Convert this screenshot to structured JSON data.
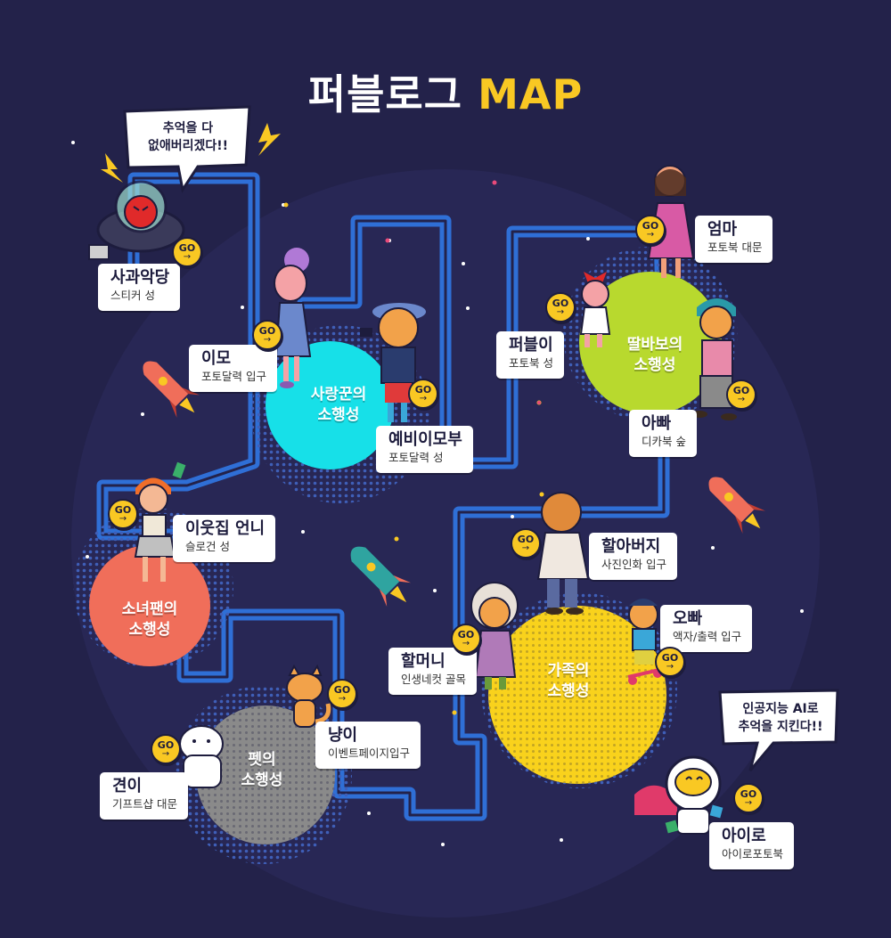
{
  "title": {
    "main": "퍼블로그",
    "accent": "MAP"
  },
  "colors": {
    "background": "#23224a",
    "path": "#2f6fd6",
    "accent": "#f9c823",
    "village_cyan": "#17e0e8",
    "village_green": "#b8d92e",
    "village_orange": "#f06e5a",
    "village_yellow": "#f9d21c",
    "village_gray": "#8a8a8a"
  },
  "villages": [
    {
      "id": "photographer",
      "name_line1": "사랑꾼의",
      "name_line2": "소행성"
    },
    {
      "id": "fool",
      "name_line1": "딸바보의",
      "name_line2": "소행성"
    },
    {
      "id": "girlfan",
      "name_line1": "소녀팬의",
      "name_line2": "소행성"
    },
    {
      "id": "family",
      "name_line1": "가족의",
      "name_line2": "소행성"
    },
    {
      "id": "pet",
      "name_line1": "펫의",
      "name_line2": "소행성"
    }
  ],
  "speech": {
    "villain": {
      "line1": "추억을 다",
      "line2": "없애버리겠다!!"
    },
    "airo": {
      "line1": "인공지능 AI로",
      "line2": "추억을 지킨다!!"
    }
  },
  "go_button": {
    "label": "GO",
    "arrow": "→"
  },
  "locations": [
    {
      "id": "villain",
      "name": "사과악당",
      "sub": "스티커 성",
      "icon": "apple-villain-robot-icon"
    },
    {
      "id": "mom",
      "name": "엄마",
      "sub": "포토북 대문",
      "icon": "mom-character-icon"
    },
    {
      "id": "aunt",
      "name": "이모",
      "sub": "포토달력 입구",
      "icon": "aunt-character-icon"
    },
    {
      "id": "pubby",
      "name": "퍼블이",
      "sub": "포토북 성",
      "icon": "girl-character-icon"
    },
    {
      "id": "couple",
      "name": "예비이모부",
      "sub": "포토달력 성",
      "icon": "photographer-character-icon"
    },
    {
      "id": "dad",
      "name": "아빠",
      "sub": "디카북 숲",
      "icon": "dad-character-icon"
    },
    {
      "id": "sister",
      "name": "이웃집 언니",
      "sub": "슬로건 성",
      "icon": "neighbor-girl-icon"
    },
    {
      "id": "grandpa",
      "name": "할아버지",
      "sub": "사진인화 입구",
      "icon": "grandpa-character-icon"
    },
    {
      "id": "brother",
      "name": "오빠",
      "sub": "액자/출력 입구",
      "icon": "boy-scooter-icon"
    },
    {
      "id": "grandma",
      "name": "할머니",
      "sub": "인생네컷 골목",
      "icon": "grandma-character-icon"
    },
    {
      "id": "cat",
      "name": "냥이",
      "sub": "이벤트페이지입구",
      "icon": "cat-icon"
    },
    {
      "id": "dog",
      "name": "견이",
      "sub": "기프트샵 대문",
      "icon": "dog-icon"
    },
    {
      "id": "airo",
      "name": "아이로",
      "sub": "아이로포토북",
      "icon": "robot-icon"
    }
  ]
}
